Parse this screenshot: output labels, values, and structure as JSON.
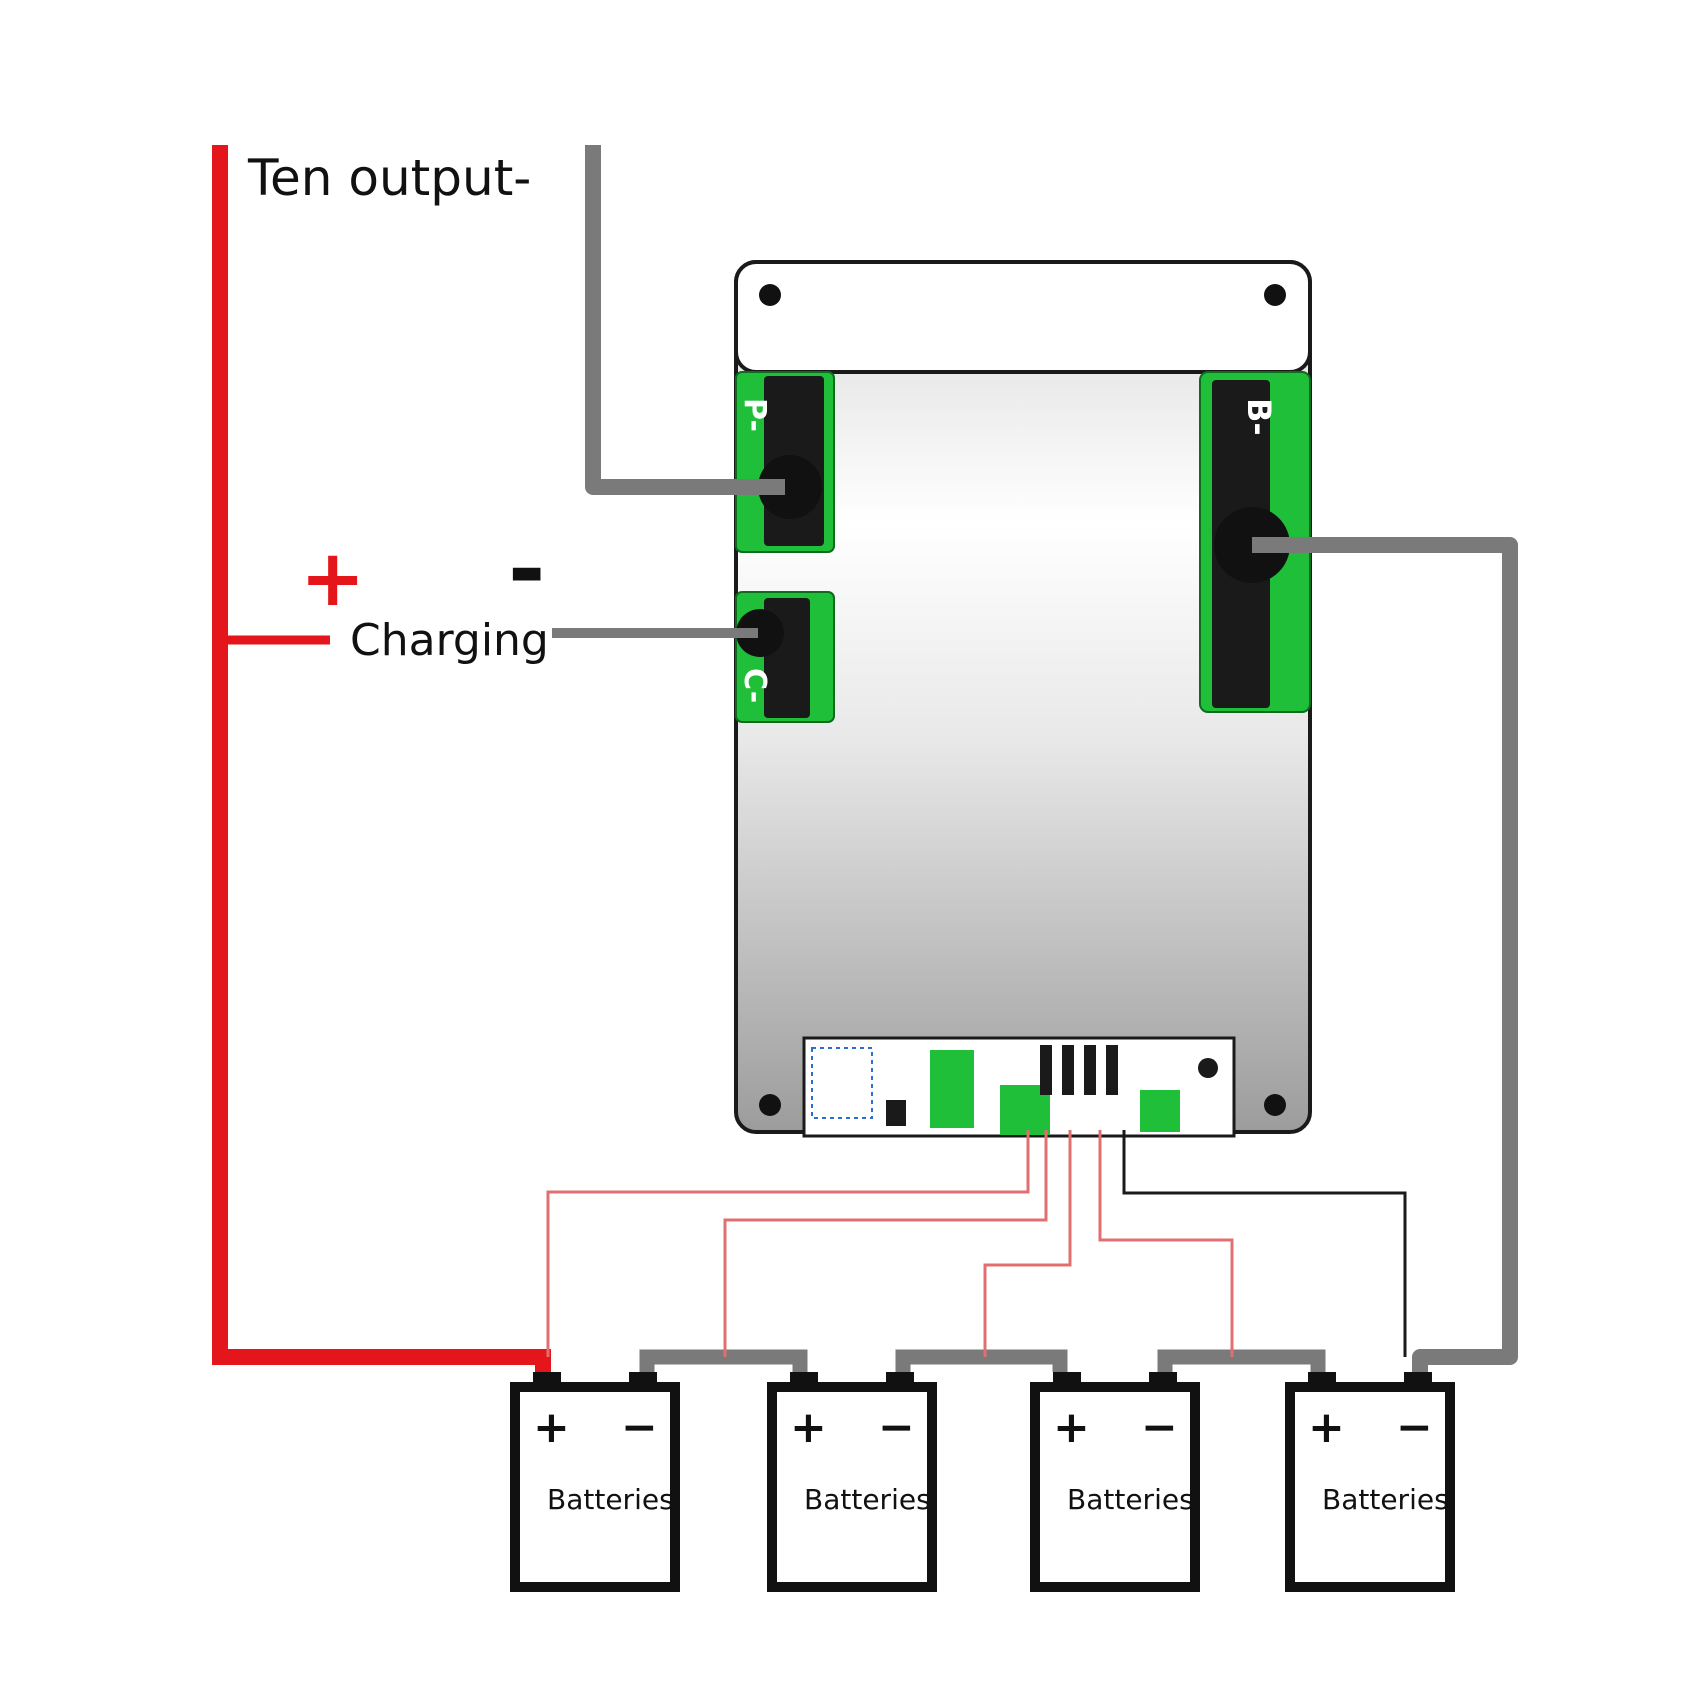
{
  "labels": {
    "output_minus": "Ten output-",
    "charging": "Charging",
    "plus_sign": "+",
    "minus_sign": "-"
  },
  "board": {
    "pads": {
      "p_minus": "P-",
      "c_minus": "C-",
      "b_minus": "B-"
    }
  },
  "batteries": [
    {
      "label": "Batteries",
      "plus": "+",
      "minus": "−"
    },
    {
      "label": "Batteries",
      "plus": "+",
      "minus": "−"
    },
    {
      "label": "Batteries",
      "plus": "+",
      "minus": "−"
    },
    {
      "label": "Batteries",
      "plus": "+",
      "minus": "−"
    }
  ],
  "colors": {
    "positive_wire": "#e4161b",
    "negative_wire": "#7a7a7a",
    "balance_wire": "#e07070",
    "pcb_green": "#1fbf3a",
    "board_outline": "#1a1a1a"
  }
}
